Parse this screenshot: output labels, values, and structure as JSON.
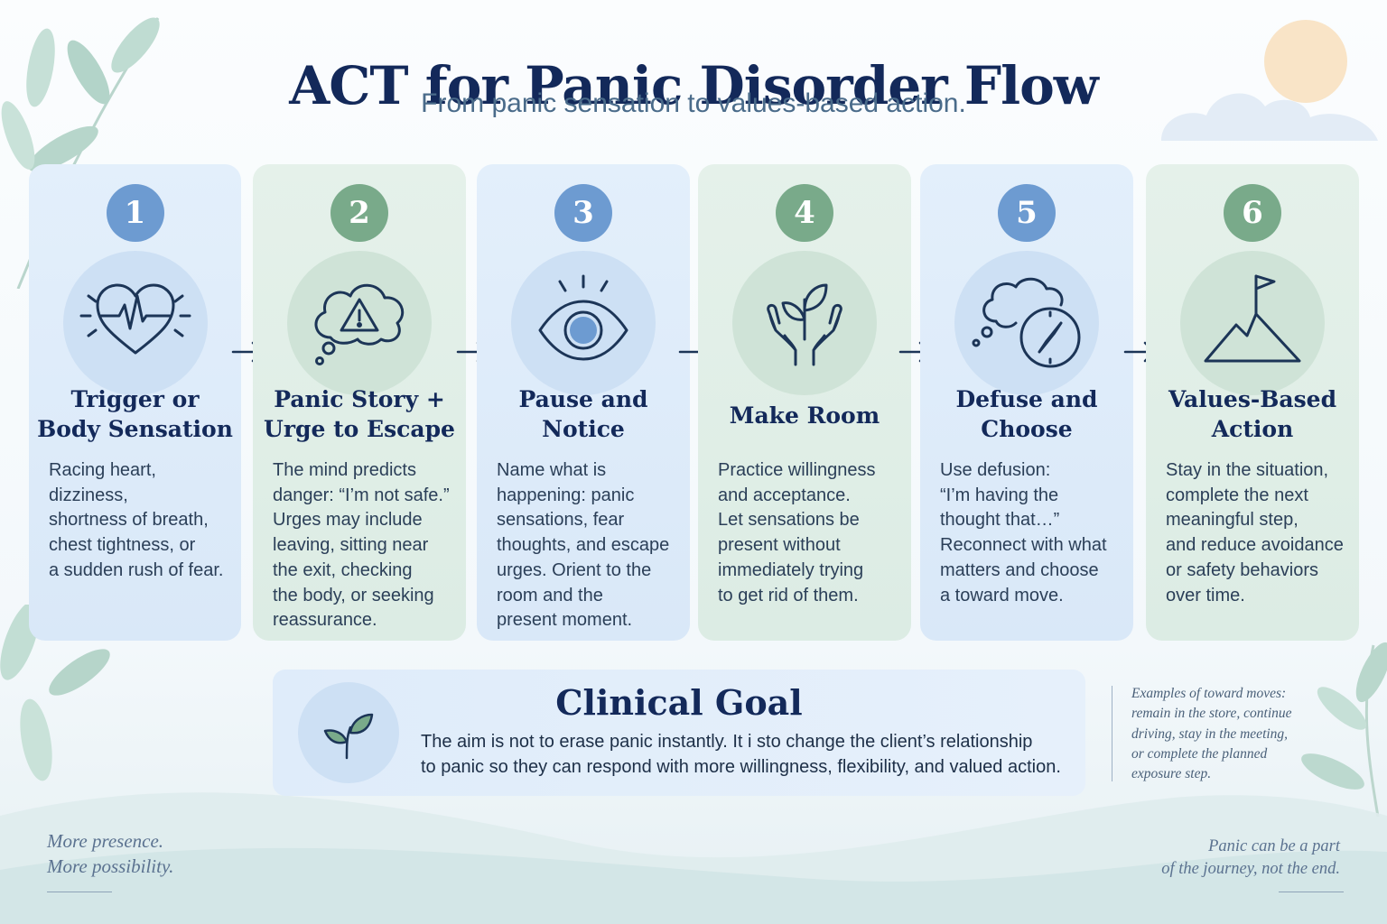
{
  "title": "ACT for Panic Disorder Flow",
  "subtitle": "From panic sensation to values-based action.",
  "colors": {
    "navy": "#13295a",
    "blue_accent": "#6d9bd1",
    "green_accent": "#79aa8a",
    "blue_card": "#e3effb",
    "green_card": "#e5f1ea"
  },
  "steps": [
    {
      "number": "1",
      "icon": "heart-pulse-icon",
      "title_line1": "Trigger or",
      "title_line2": "Body Sensation",
      "body": [
        "Racing heart, dizziness,",
        "shortness of breath,",
        "chest tightness, or",
        "a sudden rush of fear."
      ]
    },
    {
      "number": "2",
      "icon": "thought-cloud-warning-icon",
      "title_line1": "Panic Story +",
      "title_line2": "Urge to Escape",
      "body": [
        "The mind predicts",
        "danger: “I’m not safe.”",
        "Urges may include",
        "leaving, sitting near",
        "the exit, checking",
        "the body, or seeking",
        "reassurance."
      ]
    },
    {
      "number": "3",
      "icon": "eye-icon",
      "title_line1": "Pause and",
      "title_line2": "Notice",
      "body": [
        "Name what is",
        "happening: panic",
        "sensations, fear",
        "thoughts, and escape",
        "urges. Orient to the",
        "room and the",
        "present moment."
      ]
    },
    {
      "number": "4",
      "icon": "hands-holding-sprout-icon",
      "title_line1": "Make Room",
      "title_line2": "",
      "body": [
        "Practice willingness",
        "and acceptance.",
        "Let sensations be",
        "present without",
        "immediately trying",
        "to get rid of them."
      ]
    },
    {
      "number": "5",
      "icon": "thought-cloud-compass-icon",
      "title_line1": "Defuse and",
      "title_line2": "Choose",
      "body": [
        "Use defusion:",
        "“I’m having the",
        "thought that…”",
        "Reconnect with what",
        "matters and choose",
        "a toward move."
      ]
    },
    {
      "number": "6",
      "icon": "mountain-flag-icon",
      "title_line1": "Values-Based",
      "title_line2": "Action",
      "body": [
        "Stay in the situation,",
        "complete the next",
        "meaningful step,",
        "and reduce avoidance",
        "or safety behaviors",
        "over time."
      ]
    }
  ],
  "goal": {
    "title": "Clinical Goal",
    "icon": "sprout-icon",
    "line1": "The aim is not to erase panic instantly. It i sto change the client’s relationship",
    "line2": "to panic so they can respond with more willingness, flexibility, and valued action."
  },
  "note": [
    "Examples of toward moves:",
    "remain in the store, continue",
    "driving, stay in the meeting,",
    "or complete the planned",
    "exposure step."
  ],
  "footer_left": [
    "More presence.",
    "More possibility."
  ],
  "footer_right": [
    "Panic can be a part",
    "of the journey, not the end."
  ]
}
